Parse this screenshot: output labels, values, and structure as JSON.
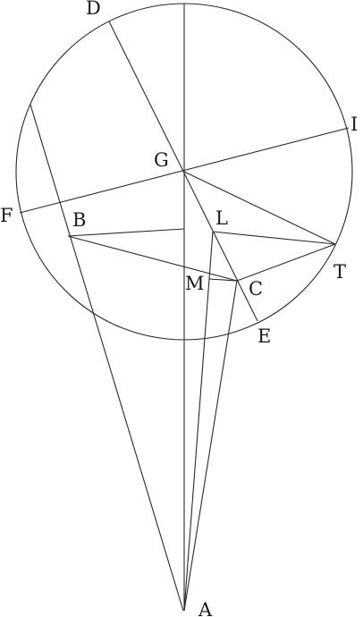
{
  "points": {
    "A": {
      "label": "A"
    },
    "B": {
      "label": "B"
    },
    "C": {
      "label": "C"
    },
    "D": {
      "label": "D"
    },
    "E": {
      "label": "E"
    },
    "F": {
      "label": "F"
    },
    "G": {
      "label": "G"
    },
    "I": {
      "label": "I"
    },
    "L": {
      "label": "L"
    },
    "M": {
      "label": "M"
    },
    "T": {
      "label": "T"
    }
  },
  "colors": {
    "stroke": "#2a2a2a",
    "text": "#1a1a1a",
    "background": "#ffffff"
  }
}
